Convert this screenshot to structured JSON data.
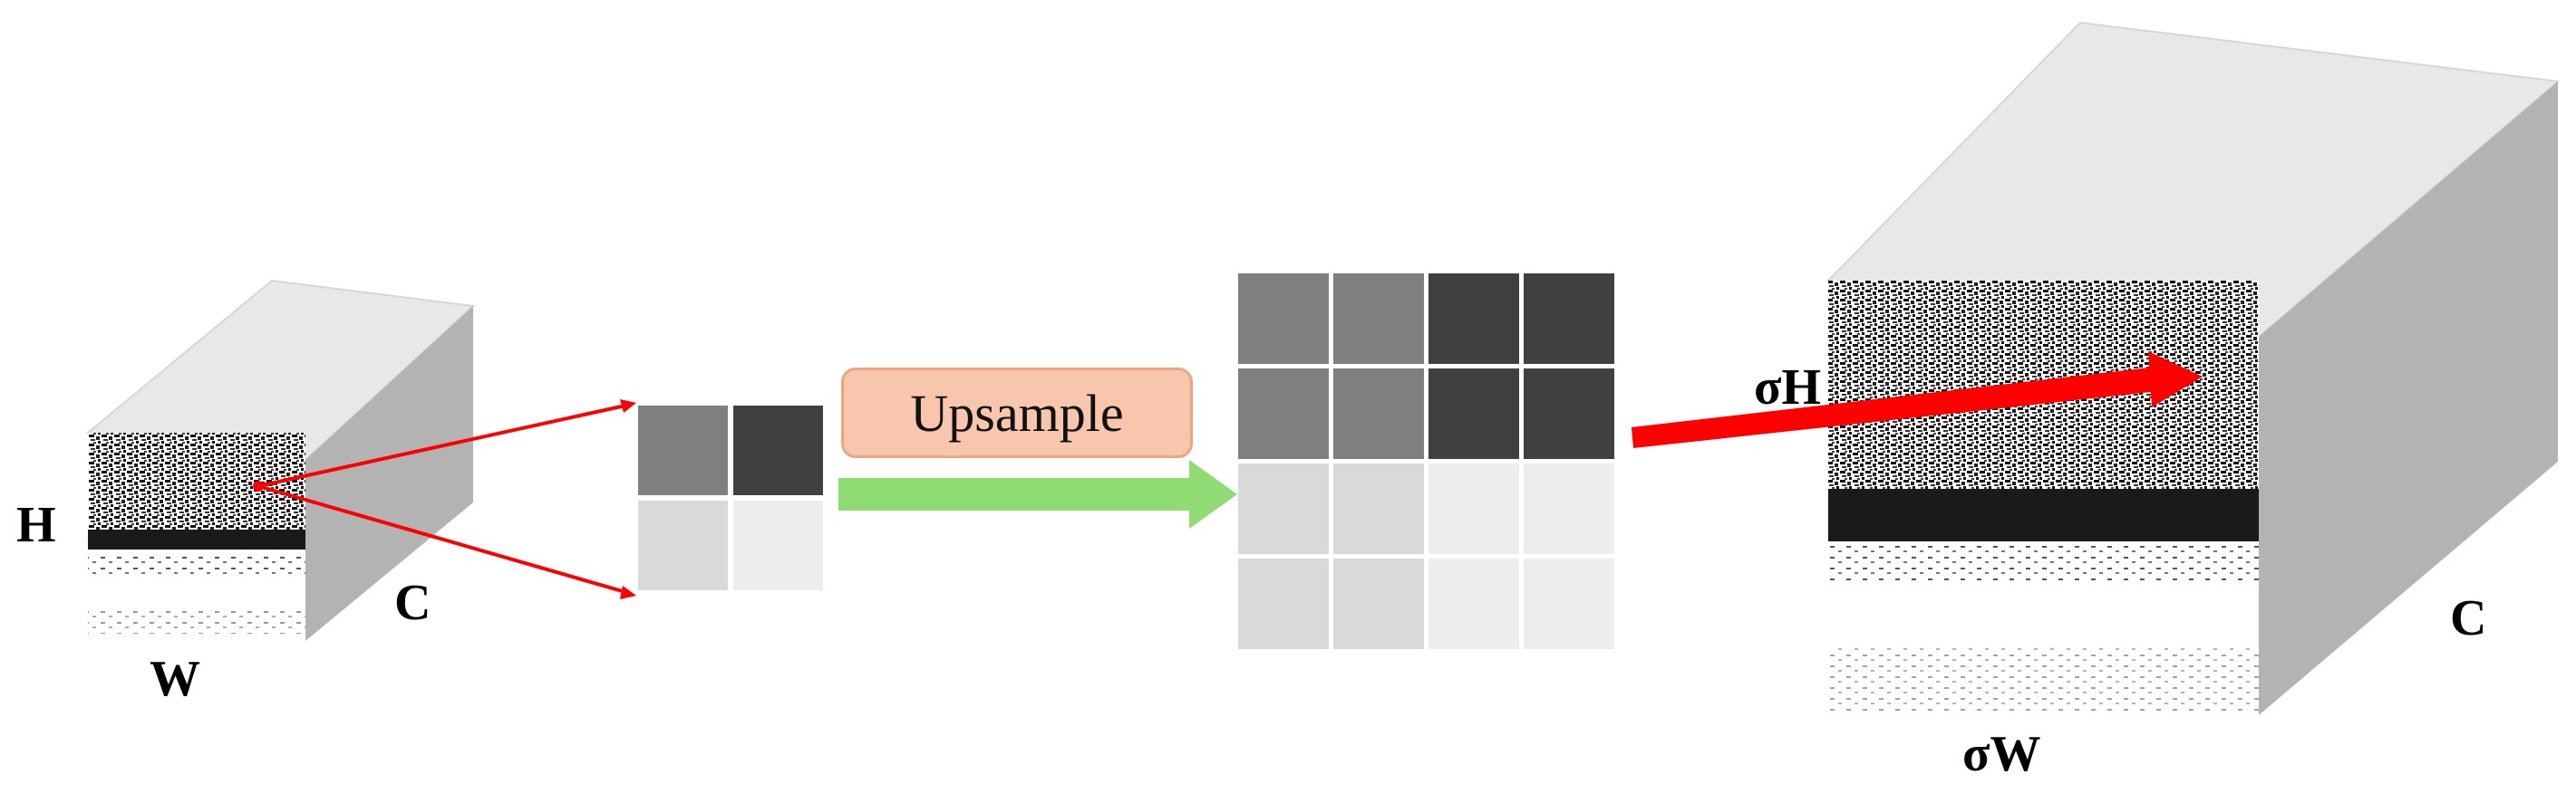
{
  "labels": {
    "input_h": "H",
    "input_w": "W",
    "input_c": "C",
    "output_h": "σH",
    "output_w": "σW",
    "output_c": "C",
    "upsample": "Upsample"
  },
  "grids": {
    "small": [
      [
        "#7f7f7f",
        "#404040"
      ],
      [
        "#d9d9d9",
        "#ededed"
      ]
    ],
    "large": [
      [
        "#7f7f7f",
        "#7f7f7f",
        "#404040",
        "#404040"
      ],
      [
        "#7f7f7f",
        "#7f7f7f",
        "#404040",
        "#404040"
      ],
      [
        "#d9d9d9",
        "#d9d9d9",
        "#ededed",
        "#ededed"
      ],
      [
        "#d9d9d9",
        "#d9d9d9",
        "#ededed",
        "#ededed"
      ]
    ]
  },
  "colors": {
    "cube_top": "#e8e8e8",
    "cube_side": "#b3b3b3",
    "texture_dark": "#1a1a1a",
    "pointer_arrows": "#ff0000",
    "upsample_arrow": "#8fdb74",
    "upsample_box_fill": "#f7c6ac",
    "upsample_box_border": "#eda47f"
  }
}
